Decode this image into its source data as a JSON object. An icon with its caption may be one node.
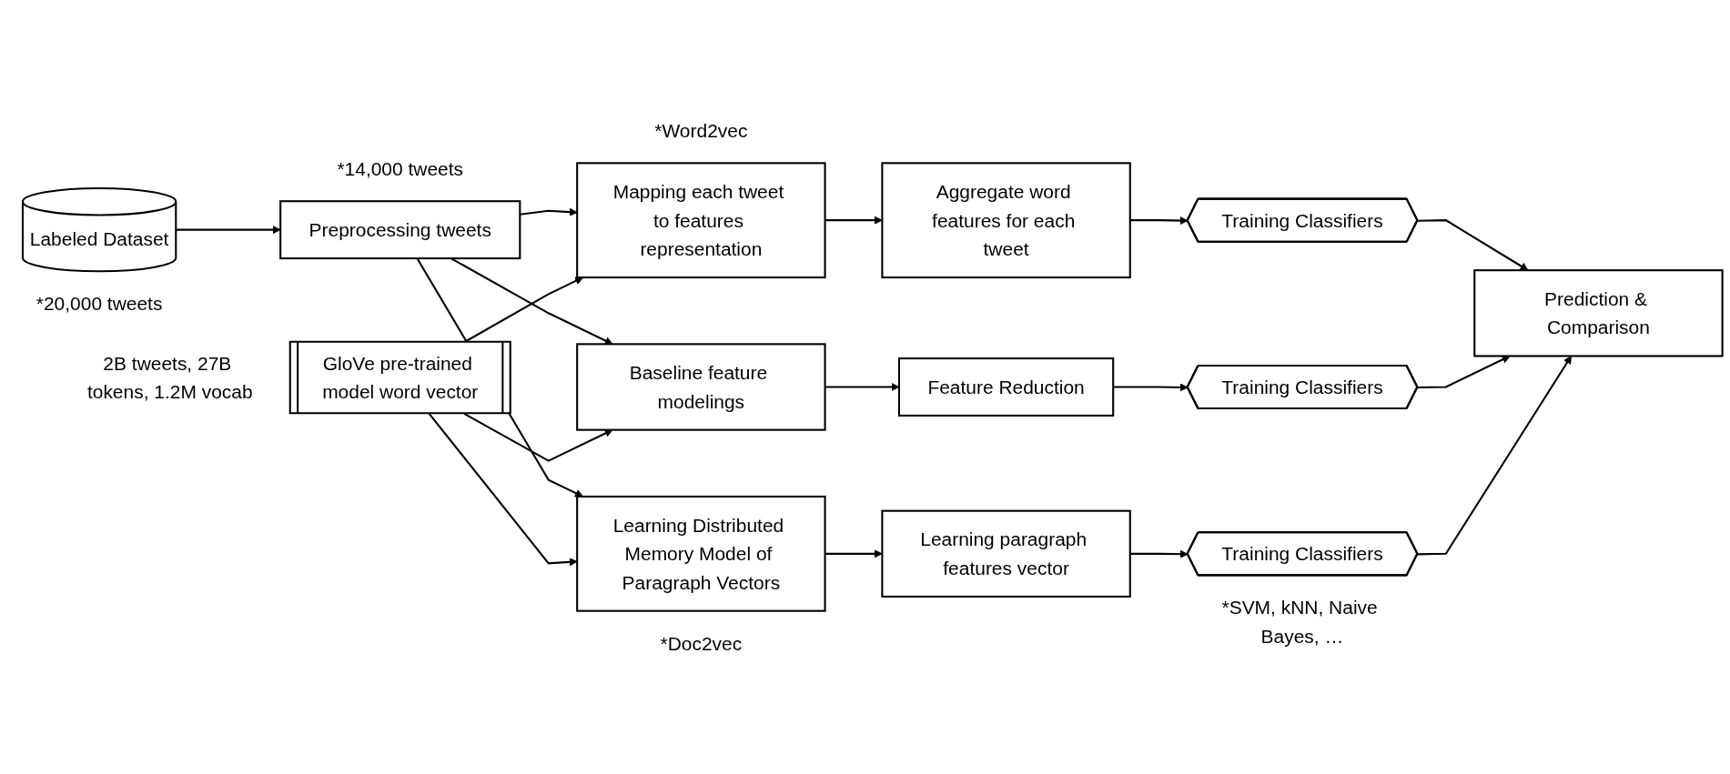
{
  "diagram": {
    "nodes": [
      {
        "text": [
          "Labeled Dataset"
        ],
        "beside": [
          "*20,000 tweets"
        ]
      },
      {
        "text": [
          "Preprocessing tweets"
        ],
        "beside": [
          "*14,000 tweets"
        ]
      },
      {
        "text": [
          "GloVe pre-trained model word vector"
        ],
        "beside": [
          "2B tweets, 27B tokens, 1.2M vocab"
        ]
      },
      {
        "text": [
          "Mapping each tweet to features representation"
        ],
        "beside": [
          "*Word2vec"
        ]
      },
      {
        "text": [
          "Aggregate word features for each tweet"
        ]
      },
      {
        "text": [
          "Training Classifiers"
        ]
      },
      {
        "text": [
          "Baseline feature modelings"
        ]
      },
      {
        "text": [
          "Feature Reduction"
        ]
      },
      {
        "text": [
          "Training Classifiers"
        ]
      },
      {
        "text": [
          "Learning Distributed Memory Model of Paragraph Vectors"
        ],
        "beside": [
          "*Doc2vec"
        ]
      },
      {
        "text": [
          "Learning paragraph features vector"
        ]
      },
      {
        "text": [
          "Training Classifiers"
        ],
        "beside": [
          "*SVM, kNN, Naive Bayes, …"
        ]
      },
      {
        "text": [
          "Prediction & Comparison"
        ]
      }
    ],
    "edges": [
      {
        "from": 0,
        "to": 1,
        "arrow": "to"
      },
      {
        "from": 1,
        "to": 3,
        "arrow": "to"
      },
      {
        "from": 1,
        "to": 6,
        "arrow": "to"
      },
      {
        "from": 1,
        "to": 9,
        "arrow": "to"
      },
      {
        "from": 2,
        "to": 3,
        "arrow": "to"
      },
      {
        "from": 2,
        "to": 6,
        "arrow": "to"
      },
      {
        "from": 2,
        "to": 9,
        "arrow": "to"
      },
      {
        "from": 3,
        "to": 4,
        "arrow": "to"
      },
      {
        "from": 4,
        "to": 5,
        "arrow": "to"
      },
      {
        "from": 6,
        "to": 7,
        "arrow": "to"
      },
      {
        "from": 7,
        "to": 8,
        "arrow": "to"
      },
      {
        "from": 9,
        "to": 10,
        "arrow": "to"
      },
      {
        "from": 10,
        "to": 11,
        "arrow": "to"
      },
      {
        "from": 5,
        "to": 12,
        "arrow": "to"
      },
      {
        "from": 8,
        "to": 12,
        "arrow": "to"
      },
      {
        "from": 11,
        "to": 12,
        "arrow": "to"
      }
    ]
  }
}
